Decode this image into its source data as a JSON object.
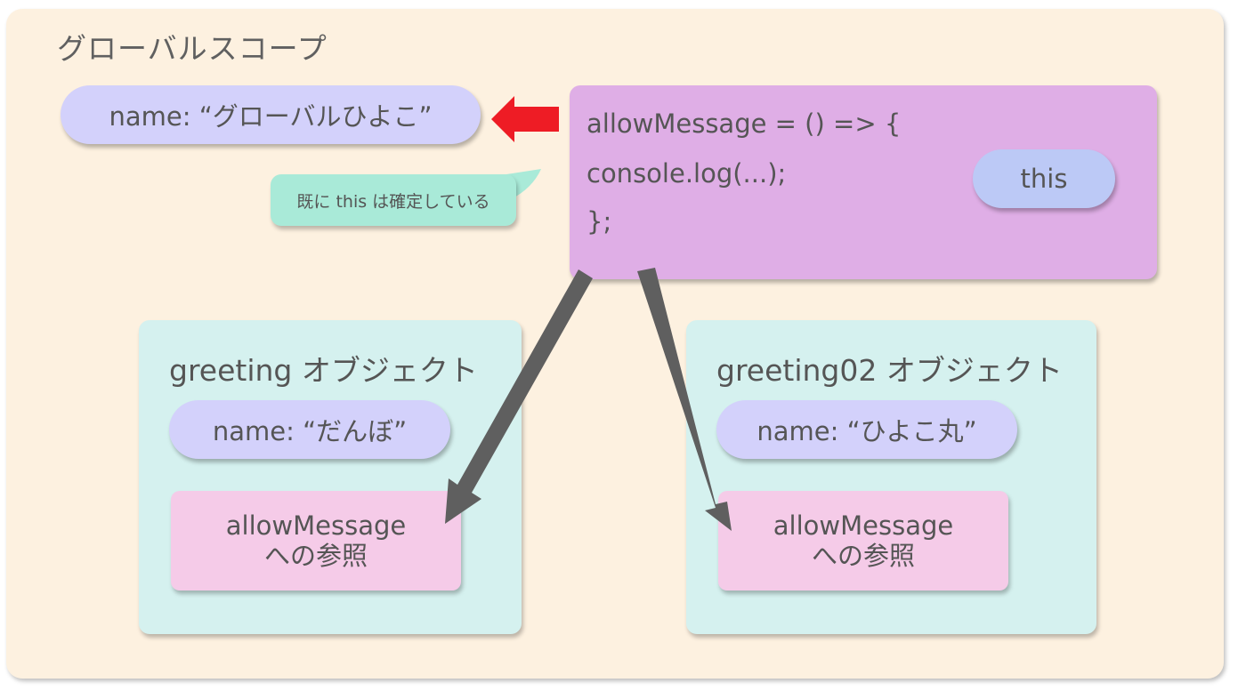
{
  "global_scope": {
    "title": "グローバルスコープ",
    "name_property": "name: “グローバルひよこ”",
    "callout": "既に this は確定している"
  },
  "arrow_function": {
    "lines": [
      "allowMessage = () => {",
      "console.log(...);",
      "};"
    ],
    "this_label": "this"
  },
  "objects": [
    {
      "title": "greeting オブジェクト",
      "name_property": "name: “だんぼ”",
      "reference_line1": "allowMessage",
      "reference_line2": "への参照"
    },
    {
      "title": "greeting02 オブジェクト",
      "name_property": "name: “ひよこ丸”",
      "reference_line1": "allowMessage",
      "reference_line2": "への参照"
    }
  ],
  "colors": {
    "scope_background": "#fdf1e0",
    "name_pill": "#d3d1fb",
    "function_box": "#dfaee6",
    "this_pill": "#bcc9f6",
    "object_box": "#d5f1ef",
    "reference_box": "#f5cbe8",
    "callout": "#a9ead8",
    "this_arrow": "#ee1c25",
    "reference_arrow": "#5f5f5f"
  }
}
